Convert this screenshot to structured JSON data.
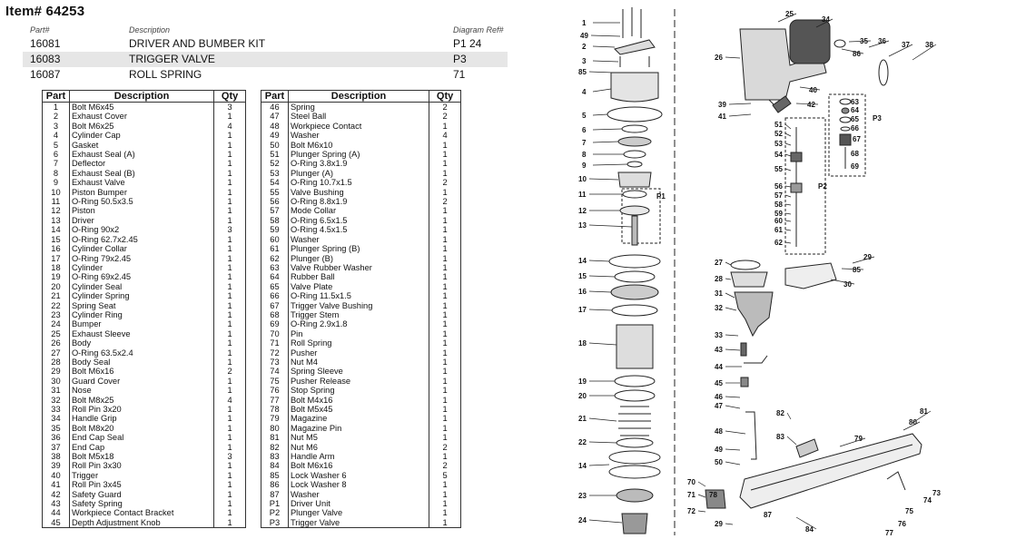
{
  "item_title": "Item# 64253",
  "kit_table": {
    "headers": {
      "part": "Part#",
      "description": "Description",
      "diagram": "Diagram Ref#"
    },
    "rows": [
      {
        "part": "16081",
        "description": "DRIVER AND BUMBER KIT",
        "diagram": "P1 24"
      },
      {
        "part": "16083",
        "description": "TRIGGER VALVE",
        "diagram": "P3"
      },
      {
        "part": "16087",
        "description": "ROLL SPRING",
        "diagram": "71"
      }
    ]
  },
  "parts_headers": {
    "part": "Part",
    "description": "Description",
    "qty": "Qty"
  },
  "parts_left": [
    {
      "part": "1",
      "description": "Bolt M6x45",
      "qty": "3"
    },
    {
      "part": "2",
      "description": "Exhaust Cover",
      "qty": "1"
    },
    {
      "part": "3",
      "description": "Bolt M6x25",
      "qty": "4"
    },
    {
      "part": "4",
      "description": "Cylinder Cap",
      "qty": "1"
    },
    {
      "part": "5",
      "description": "Gasket",
      "qty": "1"
    },
    {
      "part": "6",
      "description": "Exhaust Seal (A)",
      "qty": "1"
    },
    {
      "part": "7",
      "description": "Deflector",
      "qty": "1"
    },
    {
      "part": "8",
      "description": "Exhaust Seal (B)",
      "qty": "1"
    },
    {
      "part": "9",
      "description": "Exhaust Valve",
      "qty": "1"
    },
    {
      "part": "10",
      "description": "Piston Bumper",
      "qty": "1"
    },
    {
      "part": "11",
      "description": "O-Ring 50.5x3.5",
      "qty": "1"
    },
    {
      "part": "12",
      "description": "Piston",
      "qty": "1"
    },
    {
      "part": "13",
      "description": "Driver",
      "qty": "1"
    },
    {
      "part": "14",
      "description": "O-Ring 90x2",
      "qty": "3"
    },
    {
      "part": "15",
      "description": "O-Ring 62.7x2.45",
      "qty": "1"
    },
    {
      "part": "16",
      "description": "Cylinder Collar",
      "qty": "1"
    },
    {
      "part": "17",
      "description": "O-Ring 79x2.45",
      "qty": "1"
    },
    {
      "part": "18",
      "description": "Cylinder",
      "qty": "1"
    },
    {
      "part": "19",
      "description": "O-Ring 69x2.45",
      "qty": "1"
    },
    {
      "part": "20",
      "description": "Cylinder Seal",
      "qty": "1"
    },
    {
      "part": "21",
      "description": "Cylinder Spring",
      "qty": "1"
    },
    {
      "part": "22",
      "description": "Spring Seat",
      "qty": "1"
    },
    {
      "part": "23",
      "description": "Cylinder Ring",
      "qty": "1"
    },
    {
      "part": "24",
      "description": "Bumper",
      "qty": "1"
    },
    {
      "part": "25",
      "description": "Exhaust Sleeve",
      "qty": "1"
    },
    {
      "part": "26",
      "description": "Body",
      "qty": "1"
    },
    {
      "part": "27",
      "description": "O-Ring 63.5x2.4",
      "qty": "1"
    },
    {
      "part": "28",
      "description": "Body Seal",
      "qty": "1"
    },
    {
      "part": "29",
      "description": "Bolt M6x16",
      "qty": "2"
    },
    {
      "part": "30",
      "description": "Guard Cover",
      "qty": "1"
    },
    {
      "part": "31",
      "description": "Nose",
      "qty": "1"
    },
    {
      "part": "32",
      "description": "Bolt M8x25",
      "qty": "4"
    },
    {
      "part": "33",
      "description": "Roll Pin 3x20",
      "qty": "1"
    },
    {
      "part": "34",
      "description": "Handle Grip",
      "qty": "1"
    },
    {
      "part": "35",
      "description": "Bolt M8x20",
      "qty": "1"
    },
    {
      "part": "36",
      "description": "End Cap Seal",
      "qty": "1"
    },
    {
      "part": "37",
      "description": "End Cap",
      "qty": "1"
    },
    {
      "part": "38",
      "description": "Bolt M5x18",
      "qty": "3"
    },
    {
      "part": "39",
      "description": "Roll Pin 3x30",
      "qty": "1"
    },
    {
      "part": "40",
      "description": "Trigger",
      "qty": "1"
    },
    {
      "part": "41",
      "description": "Roll Pin 3x45",
      "qty": "1"
    },
    {
      "part": "42",
      "description": "Safety Guard",
      "qty": "1"
    },
    {
      "part": "43",
      "description": "Safety Spring",
      "qty": "1"
    },
    {
      "part": "44",
      "description": "Workpiece Contact Bracket",
      "qty": "1"
    },
    {
      "part": "45",
      "description": "Depth Adjustment Knob",
      "qty": "1"
    }
  ],
  "parts_right": [
    {
      "part": "46",
      "description": "Spring",
      "qty": "2"
    },
    {
      "part": "47",
      "description": "Steel Ball",
      "qty": "2"
    },
    {
      "part": "48",
      "description": "Workpiece Contact",
      "qty": "1"
    },
    {
      "part": "49",
      "description": "Washer",
      "qty": "4"
    },
    {
      "part": "50",
      "description": "Bolt M6x10",
      "qty": "1"
    },
    {
      "part": "51",
      "description": "Plunger Spring (A)",
      "qty": "1"
    },
    {
      "part": "52",
      "description": "O-Ring 3.8x1.9",
      "qty": "1"
    },
    {
      "part": "53",
      "description": "Plunger (A)",
      "qty": "1"
    },
    {
      "part": "54",
      "description": "O-Ring 10.7x1.5",
      "qty": "2"
    },
    {
      "part": "55",
      "description": "Valve Bushing",
      "qty": "1"
    },
    {
      "part": "56",
      "description": "O-Ring 8.8x1.9",
      "qty": "2"
    },
    {
      "part": "57",
      "description": "Mode Collar",
      "qty": "1"
    },
    {
      "part": "58",
      "description": "O-Ring 6.5x1.5",
      "qty": "1"
    },
    {
      "part": "59",
      "description": "O-Ring 4.5x1.5",
      "qty": "1"
    },
    {
      "part": "60",
      "description": "Washer",
      "qty": "1"
    },
    {
      "part": "61",
      "description": "Plunger Spring (B)",
      "qty": "1"
    },
    {
      "part": "62",
      "description": "Plunger (B)",
      "qty": "1"
    },
    {
      "part": "63",
      "description": "Valve Rubber Washer",
      "qty": "1"
    },
    {
      "part": "64",
      "description": "Rubber Ball",
      "qty": "1"
    },
    {
      "part": "65",
      "description": "Valve Plate",
      "qty": "1"
    },
    {
      "part": "66",
      "description": "O-Ring 11.5x1.5",
      "qty": "1"
    },
    {
      "part": "67",
      "description": "Trigger Valve Bushing",
      "qty": "1"
    },
    {
      "part": "68",
      "description": "Trigger Stem",
      "qty": "1"
    },
    {
      "part": "69",
      "description": "O-Ring 2.9x1.8",
      "qty": "1"
    },
    {
      "part": "70",
      "description": "Pin",
      "qty": "1"
    },
    {
      "part": "71",
      "description": "Roll Spring",
      "qty": "1"
    },
    {
      "part": "72",
      "description": "Pusher",
      "qty": "1"
    },
    {
      "part": "73",
      "description": "Nut M4",
      "qty": "1"
    },
    {
      "part": "74",
      "description": "Spring Sleeve",
      "qty": "1"
    },
    {
      "part": "75",
      "description": "Pusher Release",
      "qty": "1"
    },
    {
      "part": "76",
      "description": "Stop Spring",
      "qty": "1"
    },
    {
      "part": "77",
      "description": "Bolt M4x16",
      "qty": "1"
    },
    {
      "part": "78",
      "description": "Bolt M5x45",
      "qty": "1"
    },
    {
      "part": "79",
      "description": "Magazine",
      "qty": "1"
    },
    {
      "part": "80",
      "description": "Magazine Pin",
      "qty": "1"
    },
    {
      "part": "81",
      "description": "Nut M5",
      "qty": "1"
    },
    {
      "part": "82",
      "description": "Nut M6",
      "qty": "2"
    },
    {
      "part": "83",
      "description": "Handle Arm",
      "qty": "1"
    },
    {
      "part": "84",
      "description": "Bolt M6x16",
      "qty": "2"
    },
    {
      "part": "85",
      "description": "Lock Washer 6",
      "qty": "5"
    },
    {
      "part": "86",
      "description": "Lock Washer 8",
      "qty": "1"
    },
    {
      "part": "87",
      "description": "Washer",
      "qty": "1"
    },
    {
      "part": "P1",
      "description": "Driver Unit",
      "qty": "1"
    },
    {
      "part": "P2",
      "description": "Plunger Valve",
      "qty": "1"
    },
    {
      "part": "P3",
      "description": "Trigger Valve",
      "qty": "1"
    }
  ],
  "diagram_callouts": {
    "column_left": [
      "1",
      "49",
      "2",
      "3",
      "85",
      "4",
      "5",
      "6",
      "7",
      "8",
      "9",
      "10",
      "11",
      "12",
      "13",
      "14",
      "15",
      "16",
      "17",
      "18",
      "19",
      "20",
      "21",
      "22",
      "14",
      "23",
      "24"
    ],
    "unit_labels": [
      "P1",
      "P2",
      "P3"
    ],
    "valve_p2": [
      "51",
      "52",
      "53",
      "54",
      "55",
      "56",
      "57",
      "58",
      "59",
      "60",
      "61",
      "62"
    ],
    "valve_p3": [
      "63",
      "64",
      "65",
      "66",
      "67",
      "68",
      "69"
    ],
    "body_labels": [
      "25",
      "34",
      "35",
      "86",
      "36",
      "37",
      "38",
      "26",
      "39",
      "41",
      "40",
      "42"
    ],
    "nose_labels": [
      "27",
      "29",
      "28",
      "85",
      "30",
      "31",
      "32",
      "33",
      "43",
      "44",
      "45",
      "46",
      "47",
      "48",
      "49",
      "50"
    ],
    "magazine_labels": [
      "82",
      "81",
      "80",
      "83",
      "79",
      "70",
      "71",
      "72",
      "78",
      "87",
      "29",
      "84",
      "77",
      "76",
      "75",
      "74",
      "73"
    ]
  }
}
